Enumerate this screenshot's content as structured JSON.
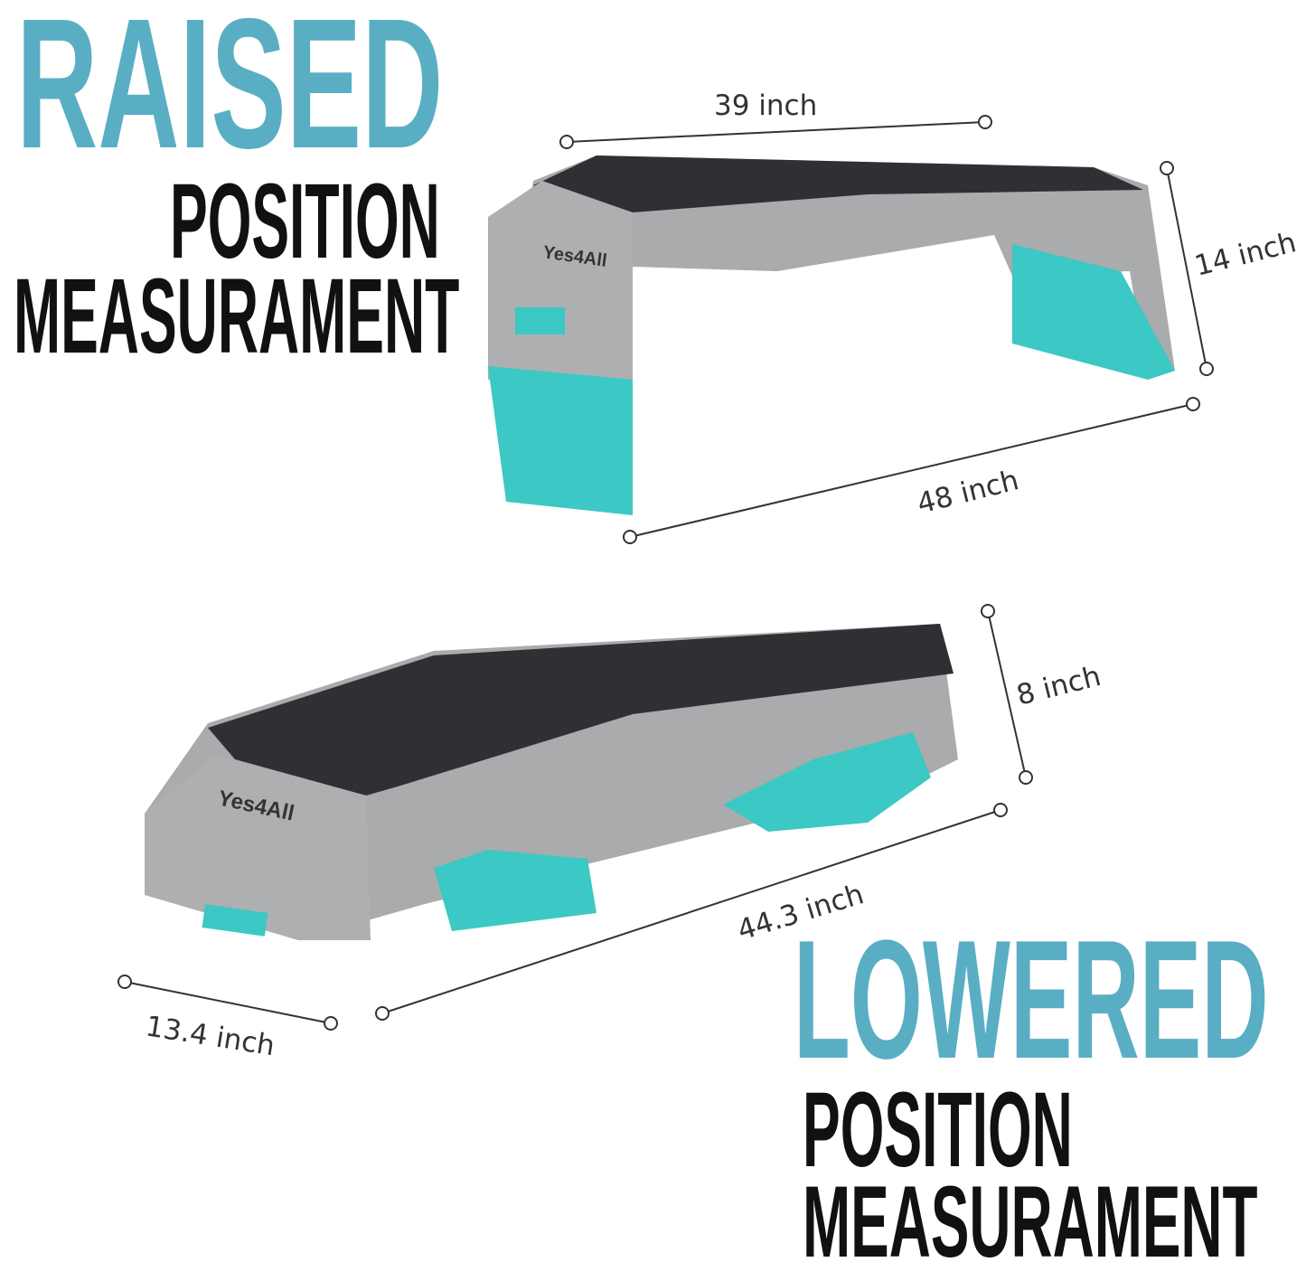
{
  "raised": {
    "title": "RAISED",
    "line1": "POSITION",
    "line2": "MEASURAMENT",
    "dimensions": {
      "length_top": "39 inch",
      "height": "14 inch",
      "length_bottom": "48 inch"
    }
  },
  "lowered": {
    "title": "LOWERED",
    "line1": "POSITION",
    "line2": "MEASURAMENT",
    "dimensions": {
      "height": "8 inch",
      "length": "44.3 inch",
      "width": "13.4 inch"
    }
  },
  "brand": "Yes4All",
  "colors": {
    "title_accent": "#5aaec4",
    "step_teal": "#3cc8c4",
    "step_gray": "#a9abad",
    "step_top": "#2e3033"
  }
}
